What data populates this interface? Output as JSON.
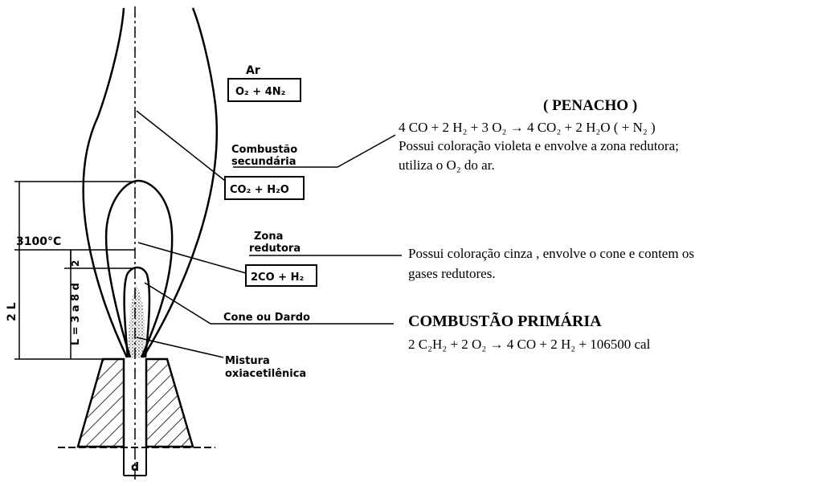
{
  "labels": {
    "ar": "Ar",
    "ar_formula": "O₂ + 4N₂",
    "combustao_secundaria_1": "Combustão",
    "combustao_secundaria_2": "secundária",
    "secundaria_formula": "CO₂ + H₂O",
    "zona_redutora_1": "Zona",
    "zona_redutora_2": "redutora",
    "redutora_formula": "2CO + H₂",
    "cone_ou_dardo": "Cone ou Dardo",
    "mistura_1": "Mistura",
    "mistura_2": "oxiacetilênica",
    "temperature": "3100°C",
    "dim_2l": "2 L",
    "dim_l": "L = 3 a 8 d",
    "dim_small": "2",
    "dim_d": "d"
  },
  "penacho": {
    "title": "( PENACHO )",
    "equation": "4 CO + 2 H₂ + 3 O₂ → 4 CO₂ + 2 H₂O ( + N₂ )",
    "desc_line1": "Possui coloração violeta e envolve a zona redutora;",
    "desc_line2": "utiliza o O₂ do ar."
  },
  "redutora": {
    "desc_line1": "Possui coloração cinza , envolve o cone e contem os",
    "desc_line2": "gases redutores."
  },
  "primaria": {
    "title": "COMBUSTÃO PRIMÁRIA",
    "equation": "2 C₂H₂ + 2 O₂ → 4 CO + 2 H₂ + 106500 cal"
  }
}
